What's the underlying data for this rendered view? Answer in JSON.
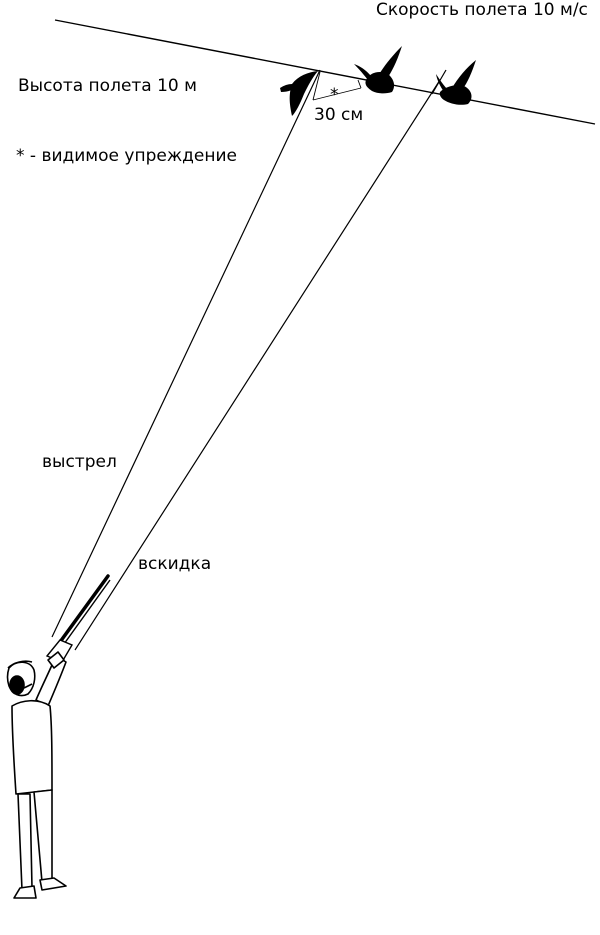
{
  "labels": {
    "speed": "Скорость полета 10 м/с",
    "height": "Высота полета 10 м",
    "lead_legend": "* - видимое упреждение",
    "lead_mark": "*",
    "distance": "30 см",
    "shot": "выстрел",
    "swing": "вскидка"
  },
  "colors": {
    "ink": "#000000",
    "background": "#ffffff"
  }
}
